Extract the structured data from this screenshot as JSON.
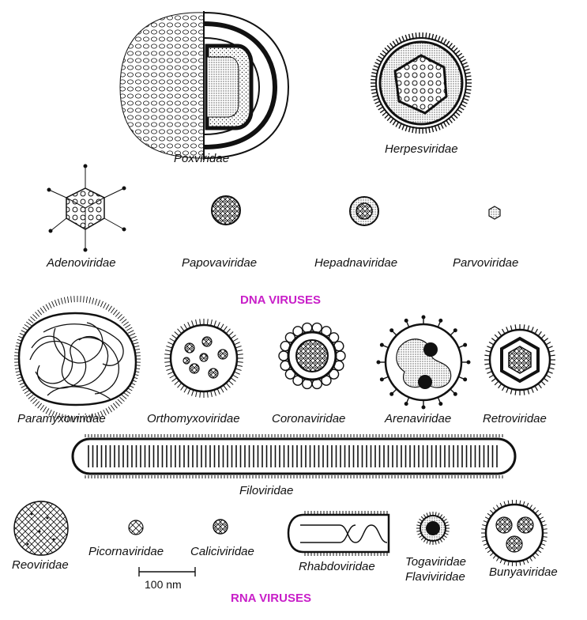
{
  "colors": {
    "ink": "#111111",
    "heading": "#c81ec8",
    "paper": "#ffffff"
  },
  "headings": {
    "dna": "DNA VIRUSES",
    "rna": "RNA VIRUSES"
  },
  "scale_bar": {
    "label": "100 nm"
  },
  "dna_families": {
    "poxviridae": "Poxviridae",
    "herpesviridae": "Herpesviridae",
    "adenoviridae": "Adenoviridae",
    "papovaviridae": "Papovaviridae",
    "hepadnaviridae": "Hepadnaviridae",
    "parvoviridae": "Parvoviridae"
  },
  "rna_families": {
    "paramyxoviridae": "Paramyxoviridae",
    "orthomyxoviridae": "Orthomyxoviridae",
    "coronaviridae": "Coronaviridae",
    "arenaviridae": "Arenaviridae",
    "retroviridae": "Retroviridae",
    "filoviridae": "Filoviridae",
    "reoviridae": "Reoviridae",
    "picornaviridae": "Picornaviridae",
    "caliciviridae": "Caliciviridae",
    "rhabdoviridae": "Rhabdoviridae",
    "togaviridae": "Togaviridae",
    "flaviviridae": "Flaviviridae",
    "bunyaviridae": "Bunyaviridae"
  }
}
